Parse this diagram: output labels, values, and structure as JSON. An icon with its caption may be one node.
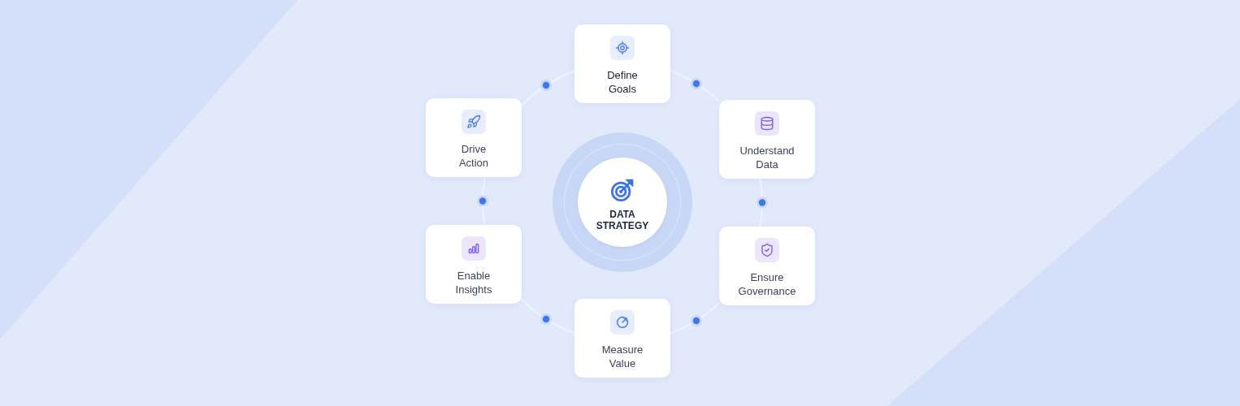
{
  "diagram": {
    "nodes": [
      {
        "text": [
          "DATA STRATEGY"
        ]
      },
      {
        "text": [
          "Define Goals"
        ]
      },
      {
        "text": [
          "Understand Data"
        ]
      },
      {
        "text": [
          "Ensure Governance"
        ]
      },
      {
        "text": [
          "Measure Value"
        ]
      },
      {
        "text": [
          "Enable Insights"
        ]
      },
      {
        "text": [
          "Drive Action"
        ]
      }
    ],
    "edges": [
      {
        "from": 1,
        "to": 2,
        "arrow": "none"
      },
      {
        "from": 2,
        "to": 3,
        "arrow": "none"
      },
      {
        "from": 3,
        "to": 4,
        "arrow": "none"
      },
      {
        "from": 4,
        "to": 5,
        "arrow": "none"
      },
      {
        "from": 5,
        "to": 6,
        "arrow": "none"
      },
      {
        "from": 6,
        "to": 1,
        "arrow": "none"
      }
    ]
  }
}
